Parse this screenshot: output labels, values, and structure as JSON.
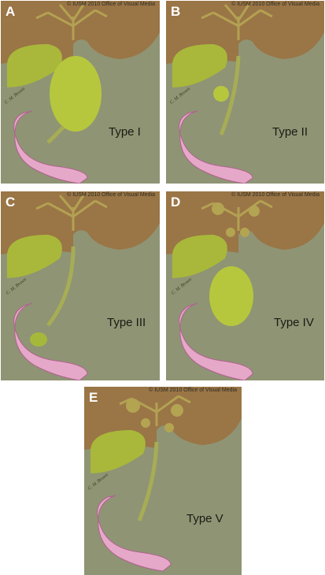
{
  "panels": [
    {
      "letter": "A",
      "type_label": "Type I",
      "credit": "© IUSM 2010 Office of Visual Media",
      "signature": "C. M. Brown"
    },
    {
      "letter": "B",
      "type_label": "Type II",
      "credit": "© IUSM 2010 Office of Visual Media",
      "signature": "C. M. Brown"
    },
    {
      "letter": "C",
      "type_label": "Type III",
      "credit": "© IUSM 2010 Office of Visual Media",
      "signature": "C. M. Brown"
    },
    {
      "letter": "D",
      "type_label": "Type IV",
      "credit": "© IUSM 2010 Office of Visual Media",
      "signature": "C. M. Brown"
    },
    {
      "letter": "E",
      "type_label": "Type V",
      "credit": "© IUSM 2010 Office of Visual Media",
      "signature": "C. M. Brown"
    }
  ],
  "colors": {
    "background": "#8f9474",
    "liver": "#9a7546",
    "gallbladder": "#b3c23a",
    "cyst": "#a6b83a",
    "duct": "#a6ad55",
    "duodenum": "#e6a8c8"
  }
}
